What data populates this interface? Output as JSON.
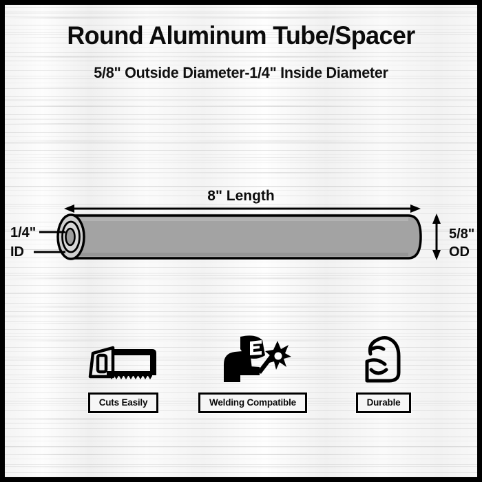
{
  "header": {
    "title": "Round Aluminum Tube/Spacer",
    "subtitle": "5/8\" Outside Diameter-1/4\" Inside Diameter"
  },
  "diagram": {
    "length_label": "8\" Length",
    "inner_diameter_value": "1/4\"",
    "inner_diameter_abbr": "ID",
    "outer_diameter_value": "5/8\"",
    "outer_diameter_abbr": "OD",
    "tube_body_color": "#a3a3a3",
    "tube_cap_color": "#cfcfcf",
    "tube_bore_color": "#9d9d9d",
    "outline_color": "#000000"
  },
  "features": [
    {
      "label": "Cuts Easily",
      "icon": "hacksaw-icon"
    },
    {
      "label": "Welding Compatible",
      "icon": "welder-icon"
    },
    {
      "label": "Durable",
      "icon": "flexed-bicep-icon"
    }
  ],
  "frame": {
    "border_color": "#000000",
    "background": "brushed-aluminum"
  }
}
